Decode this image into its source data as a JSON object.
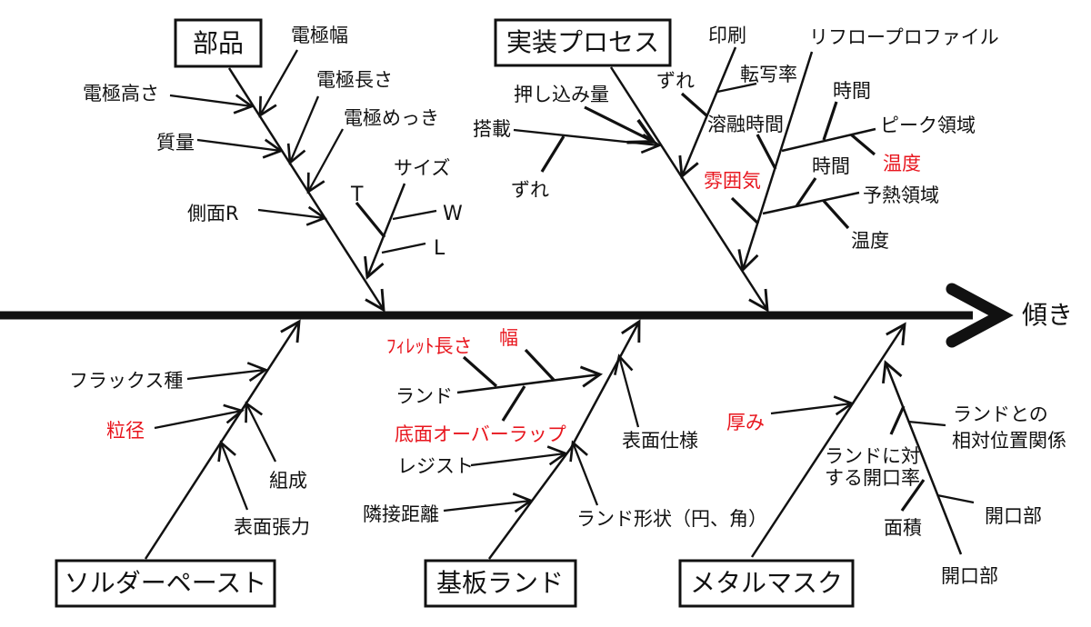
{
  "diagram": {
    "type": "fishbone-cause-effect",
    "title_effect": "傾き",
    "colors": {
      "ink": "#111111",
      "highlight": "#e8161e",
      "background": "#ffffff"
    }
  },
  "categories": {
    "parts": {
      "label": "部品",
      "causes": {
        "electrode_width": "電極幅",
        "electrode_height": "電極高さ",
        "electrode_length": "電極長さ",
        "mass": "質量",
        "electrode_plating": "電極めっき",
        "side_r": "側面R",
        "size": "サイズ",
        "size_t": "T",
        "size_w": "W",
        "size_l": "L"
      }
    },
    "mounting_process": {
      "label": "実装プロセス",
      "causes": {
        "push_in_amount": "押し込み量",
        "placement": "搭載",
        "placement_shift": "ずれ",
        "printing": "印刷",
        "printing_shift": "ずれ",
        "transfer_rate": "転写率"
      }
    },
    "reflow_profile": {
      "label": "リフロープロファイル",
      "causes": {
        "melt_time": "溶融時間",
        "atmosphere": "雰囲気",
        "peak_time": "時間",
        "peak_zone": "ピーク領域",
        "peak_temp": "温度",
        "preheat_time": "時間",
        "preheat_zone": "予熱領域",
        "preheat_temp": "温度"
      }
    },
    "solder_paste": {
      "label": "ソルダーペースト",
      "causes": {
        "flux_type": "フラックス種",
        "particle_size": "粒径",
        "composition": "組成",
        "surface_tension": "表面張力"
      }
    },
    "board_land": {
      "label": "基板ランド",
      "causes": {
        "fillet_length": "ﾌｨﾚｯﾄ長さ",
        "width": "幅",
        "land": "ランド",
        "bottom_overlap": "底面オーバーラップ",
        "resist": "レジスト",
        "adjacent_distance": "隣接距離",
        "surface_spec": "表面仕様",
        "land_shape": "ランド形状（円、角）"
      }
    },
    "metal_mask": {
      "label": "メタルマスク",
      "causes": {
        "thickness": "厚み",
        "aperture_ratio_line1": "ランドに対",
        "aperture_ratio_line2": "する開口率",
        "relative_position_line1": "ランドとの",
        "relative_position_line2": "相対位置関係",
        "area": "面積",
        "aperture_upper": "開口部",
        "aperture_lower": "開口部"
      }
    }
  },
  "highlighted_causes": [
    "雰囲気",
    "温度",
    "粒径",
    "ﾌｨﾚｯﾄ長さ",
    "幅",
    "底面オーバーラップ",
    "厚み"
  ]
}
